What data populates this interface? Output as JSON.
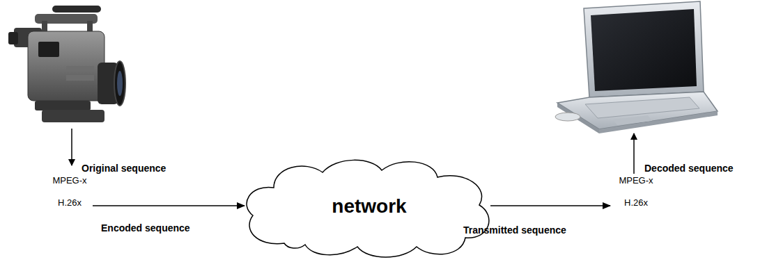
{
  "diagram": {
    "nodes": [
      {
        "text": [
          "MPEG-x",
          "H.26x"
        ]
      },
      {
        "text": [
          "network"
        ]
      },
      {
        "text": [
          "MPEG-x",
          "H.26x"
        ]
      }
    ],
    "edges": [
      {
        "from": 0,
        "to": 1,
        "arrow": "to",
        "label": "Encoded sequence"
      },
      {
        "from": 1,
        "to": 2,
        "arrow": "to",
        "label": "Transmitted sequence"
      }
    ],
    "labels": [
      "Original sequence",
      "Decoded sequence"
    ]
  }
}
